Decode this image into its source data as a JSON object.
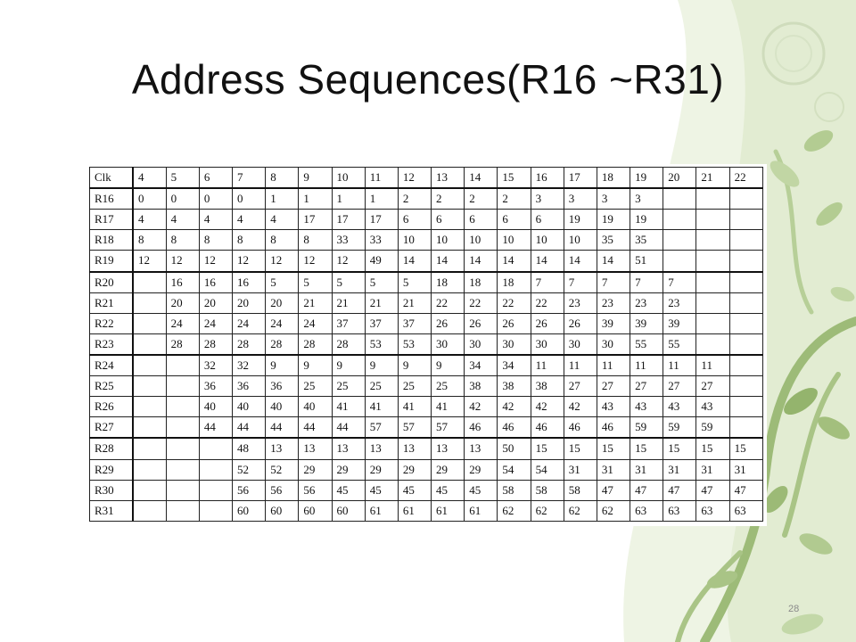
{
  "slide": {
    "title": "Address Sequences(R16 ~R31)",
    "page_number": "28"
  },
  "table": {
    "header": [
      "Clk",
      "4",
      "5",
      "6",
      "7",
      "8",
      "9",
      "10",
      "11",
      "12",
      "13",
      "14",
      "15",
      "16",
      "17",
      "18",
      "19",
      "20",
      "21",
      "22"
    ],
    "rows": [
      [
        "R16",
        "0",
        "0",
        "0",
        "0",
        "1",
        "1",
        "1",
        "1",
        "2",
        "2",
        "2",
        "2",
        "3",
        "3",
        "3",
        "3",
        "",
        "",
        ""
      ],
      [
        "R17",
        "4",
        "4",
        "4",
        "4",
        "4",
        "17",
        "17",
        "17",
        "6",
        "6",
        "6",
        "6",
        "6",
        "19",
        "19",
        "19",
        "",
        "",
        ""
      ],
      [
        "R18",
        "8",
        "8",
        "8",
        "8",
        "8",
        "8",
        "33",
        "33",
        "10",
        "10",
        "10",
        "10",
        "10",
        "10",
        "35",
        "35",
        "",
        "",
        ""
      ],
      [
        "R19",
        "12",
        "12",
        "12",
        "12",
        "12",
        "12",
        "12",
        "49",
        "14",
        "14",
        "14",
        "14",
        "14",
        "14",
        "14",
        "51",
        "",
        "",
        ""
      ],
      [
        "R20",
        "",
        "16",
        "16",
        "16",
        "5",
        "5",
        "5",
        "5",
        "5",
        "18",
        "18",
        "18",
        "7",
        "7",
        "7",
        "7",
        "7",
        "",
        ""
      ],
      [
        "R21",
        "",
        "20",
        "20",
        "20",
        "20",
        "21",
        "21",
        "21",
        "21",
        "22",
        "22",
        "22",
        "22",
        "23",
        "23",
        "23",
        "23",
        "",
        ""
      ],
      [
        "R22",
        "",
        "24",
        "24",
        "24",
        "24",
        "24",
        "37",
        "37",
        "37",
        "26",
        "26",
        "26",
        "26",
        "26",
        "39",
        "39",
        "39",
        "",
        ""
      ],
      [
        "R23",
        "",
        "28",
        "28",
        "28",
        "28",
        "28",
        "28",
        "53",
        "53",
        "30",
        "30",
        "30",
        "30",
        "30",
        "30",
        "55",
        "55",
        "",
        ""
      ],
      [
        "R24",
        "",
        "",
        "32",
        "32",
        "9",
        "9",
        "9",
        "9",
        "9",
        "9",
        "34",
        "34",
        "11",
        "11",
        "11",
        "11",
        "11",
        "11",
        ""
      ],
      [
        "R25",
        "",
        "",
        "36",
        "36",
        "36",
        "25",
        "25",
        "25",
        "25",
        "25",
        "38",
        "38",
        "38",
        "27",
        "27",
        "27",
        "27",
        "27",
        ""
      ],
      [
        "R26",
        "",
        "",
        "40",
        "40",
        "40",
        "40",
        "41",
        "41",
        "41",
        "41",
        "42",
        "42",
        "42",
        "42",
        "43",
        "43",
        "43",
        "43",
        ""
      ],
      [
        "R27",
        "",
        "",
        "44",
        "44",
        "44",
        "44",
        "44",
        "57",
        "57",
        "57",
        "46",
        "46",
        "46",
        "46",
        "46",
        "59",
        "59",
        "59",
        ""
      ],
      [
        "R28",
        "",
        "",
        "",
        "48",
        "13",
        "13",
        "13",
        "13",
        "13",
        "13",
        "13",
        "50",
        "15",
        "15",
        "15",
        "15",
        "15",
        "15",
        "15"
      ],
      [
        "R29",
        "",
        "",
        "",
        "52",
        "52",
        "29",
        "29",
        "29",
        "29",
        "29",
        "29",
        "54",
        "54",
        "31",
        "31",
        "31",
        "31",
        "31",
        "31"
      ],
      [
        "R30",
        "",
        "",
        "",
        "56",
        "56",
        "56",
        "45",
        "45",
        "45",
        "45",
        "45",
        "58",
        "58",
        "58",
        "47",
        "47",
        "47",
        "47",
        "47"
      ],
      [
        "R31",
        "",
        "",
        "",
        "60",
        "60",
        "60",
        "60",
        "61",
        "61",
        "61",
        "61",
        "62",
        "62",
        "62",
        "62",
        "63",
        "63",
        "63",
        "63"
      ]
    ]
  },
  "theme": {
    "background": "#ffffff",
    "vine_light": "#dde8cc",
    "vine_mid": "#b9cf9a",
    "vine_dark": "#8fb06a"
  }
}
